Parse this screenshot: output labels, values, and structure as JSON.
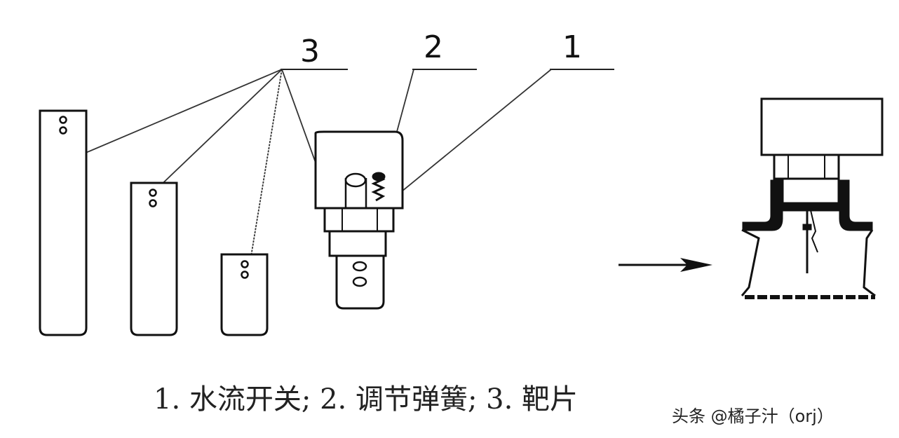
{
  "labels": {
    "part1": "1",
    "part2": "2",
    "part3": "3"
  },
  "caption": "1. 水流开关; 2. 调节弹簧; 3. 靶片",
  "watermark": "头条 @橘子汁（orj）"
}
